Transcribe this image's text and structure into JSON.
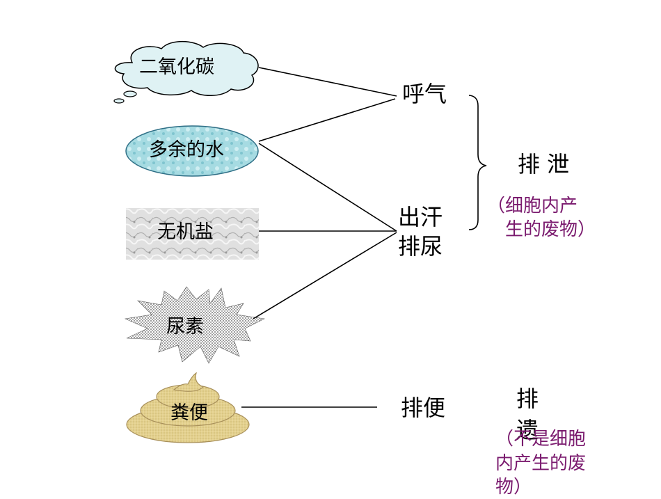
{
  "items": {
    "co2": "二氧化碳",
    "water": "多余的水",
    "salt": "无机盐",
    "urea": "尿素",
    "feces": "粪便"
  },
  "routes": {
    "exhale": "呼气",
    "sweat": "出汗",
    "urinate": "排尿",
    "defecate": "排便"
  },
  "categories": {
    "excretion": {
      "title": "排 泄",
      "note_line1": "（细胞内产",
      "note_line2": "生的废物）"
    },
    "egestion": {
      "title_line1": "排",
      "title_line2": "遗",
      "note_line1": "（不是细胞",
      "note_line2": "内产生的废",
      "note_line3": "物）"
    }
  },
  "colors": {
    "cloud_fill": "#dff2f4",
    "water_fill": "#a6dbe2",
    "salt_fill": "#d6d6d6",
    "urea_fill": "#b8b8b8",
    "feces_fill": "#e3d08d",
    "note_text": "#7a1a6e"
  }
}
